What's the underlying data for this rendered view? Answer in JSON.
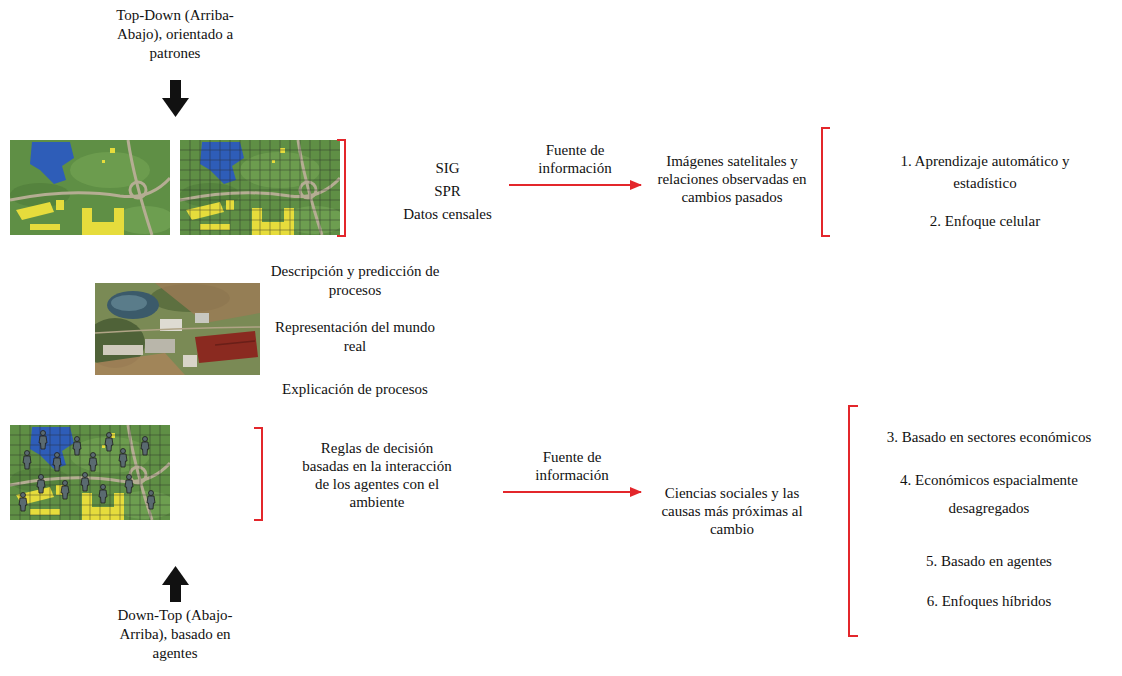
{
  "diagram": {
    "nodes": [
      {
        "text": [
          "SIG",
          "SPR",
          "Datos censales"
        ]
      },
      {
        "text": [
          "Imágenes satelitales y relaciones observadas en cambios pasados"
        ]
      },
      {
        "text": [
          "Reglas de decisión basadas en la interacción de los agentes con el ambiente"
        ]
      },
      {
        "text": [
          "Ciencias sociales y las causas más próximas al cambio"
        ]
      }
    ],
    "edges": [
      {
        "from": 0,
        "to": 1,
        "label": "Fuente de información",
        "arrow": "to"
      },
      {
        "from": 2,
        "to": 3,
        "label": "Fuente de información",
        "arrow": "to"
      }
    ],
    "labels": [
      "Top-Down (Arriba-Abajo), orientado a patrones",
      "1. Aprendizaje automático y estadístico",
      "2. Enfoque celular",
      "Descripción y predicción de procesos",
      "Representación del mundo real",
      "Explicación de procesos",
      "3. Basado en sectores económicos",
      "4. Económicos espacialmente desagregados",
      "5. Basado en agentes",
      "6. Enfoques híbridos",
      "Down-Top (Abajo-Arriba), basado en agentes"
    ]
  }
}
